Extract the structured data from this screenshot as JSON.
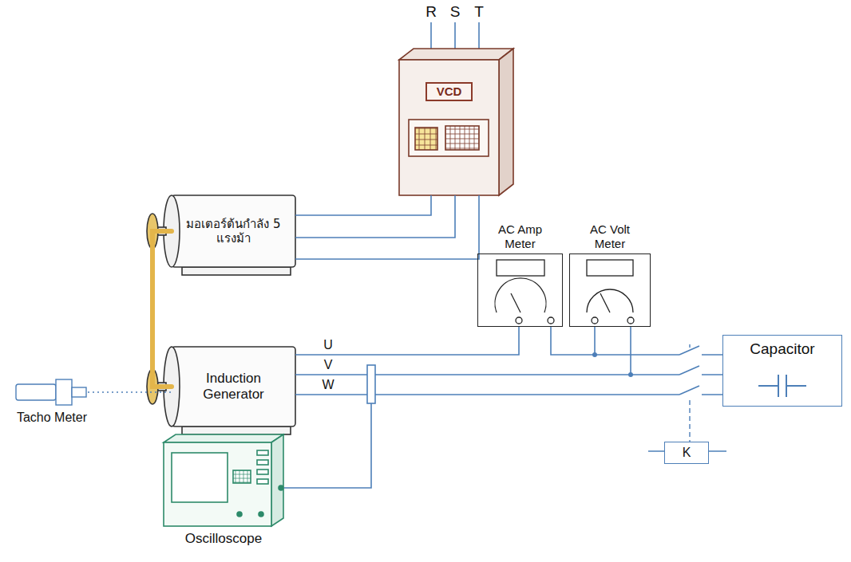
{
  "diagram": {
    "nodes": [
      {
        "text": [
          "VCD"
        ]
      },
      {
        "text": [
          "มอเตอร์ต้นกำลัง 5 แรงม้า"
        ]
      },
      {
        "text": [
          "AC Amp Meter"
        ]
      },
      {
        "text": [
          "AC Volt Meter"
        ]
      },
      {
        "text": [
          "Induction Generator"
        ]
      },
      {
        "text": [
          "Capacitor"
        ]
      },
      {
        "text": [
          "Tacho Meter"
        ]
      },
      {
        "text": [
          "K"
        ]
      },
      {
        "text": [
          "Oscilloscope"
        ]
      }
    ],
    "edges": [
      {
        "from": 0,
        "to": 1,
        "arrow": "none"
      },
      {
        "from": 0,
        "to": 1,
        "arrow": "none"
      },
      {
        "from": 0,
        "to": 1,
        "arrow": "none"
      },
      {
        "from": 1,
        "to": 4,
        "arrow": "none"
      },
      {
        "from": 6,
        "to": 4,
        "arrow": "none"
      },
      {
        "from": 4,
        "to": 2,
        "arrow": "none"
      },
      {
        "from": 2,
        "to": 5,
        "arrow": "none"
      },
      {
        "from": 4,
        "to": 5,
        "arrow": "none"
      },
      {
        "from": 4,
        "to": 5,
        "arrow": "none"
      }
    ],
    "labels": [
      "R",
      "S",
      "T",
      "U",
      "V",
      "W"
    ]
  }
}
